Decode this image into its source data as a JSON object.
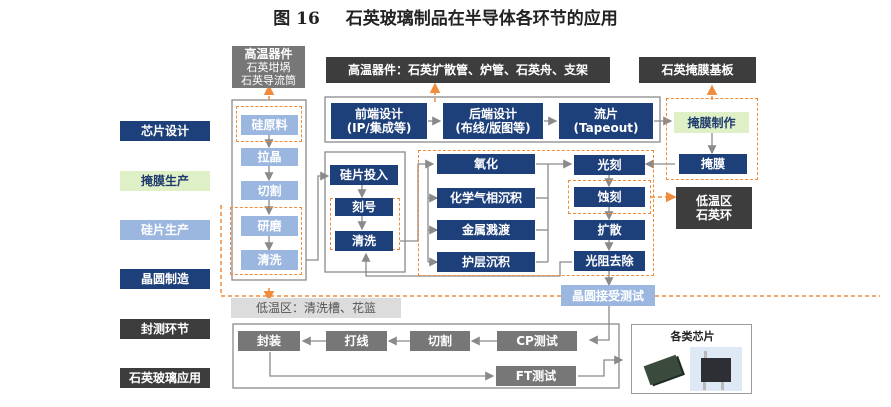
{
  "title": {
    "figure_no": "图 16",
    "text": "石英玻璃制品在半导体各环节的应用"
  },
  "left_labels": {
    "chip_design": "芯片设计",
    "mask_production": "掩膜生产",
    "wafer_production": "硅片生产",
    "wafer_manufacturing": "晶圆制造",
    "package_test": "封测环节",
    "quartz_application": "石英玻璃应用"
  },
  "high_temp_left": {
    "title": "高温器件",
    "lines": [
      "石英坩埚",
      "石英导流筒"
    ]
  },
  "high_temp_top": "高温器件：石英扩散管、炉管、石英舟、支架",
  "quartz_mask_substrate": "石英掩膜基板",
  "wafer_column": [
    "硅原料",
    "拉晶",
    "切割",
    "研磨",
    "清洗"
  ],
  "wafer_input_column": [
    "硅片投入",
    "刻号",
    "清洗"
  ],
  "design_flow": {
    "front_end": {
      "line1": "前端设计",
      "line2": "(IP/集成等)"
    },
    "back_end": {
      "line1": "后端设计",
      "line2": "(布线/版图等)"
    },
    "tapeout": {
      "line1": "流片",
      "line2": "(Tapeout)"
    },
    "mask_making": "掩膜制作"
  },
  "process_left": [
    "氧化",
    "化学气相沉积",
    "金属溅渡",
    "护层沉积"
  ],
  "process_right": [
    "光刻",
    "蚀刻",
    "扩散",
    "光阻去除"
  ],
  "mask": "掩膜",
  "low_temp_right": {
    "line1": "低温区",
    "line2": "石英环"
  },
  "wafer_acceptance_test": "晶圆接受测试",
  "low_temp_bottom": "低温区：清洗槽、花篮",
  "packaging_flow": [
    "封装",
    "打线",
    "切割",
    "CP测试"
  ],
  "ft_test": "FT测试",
  "various_chips": "各类芯片",
  "colors": {
    "navy": "#1d3f7a",
    "accent_orange": "#f08c3c",
    "dark": "#3d3d3d"
  }
}
